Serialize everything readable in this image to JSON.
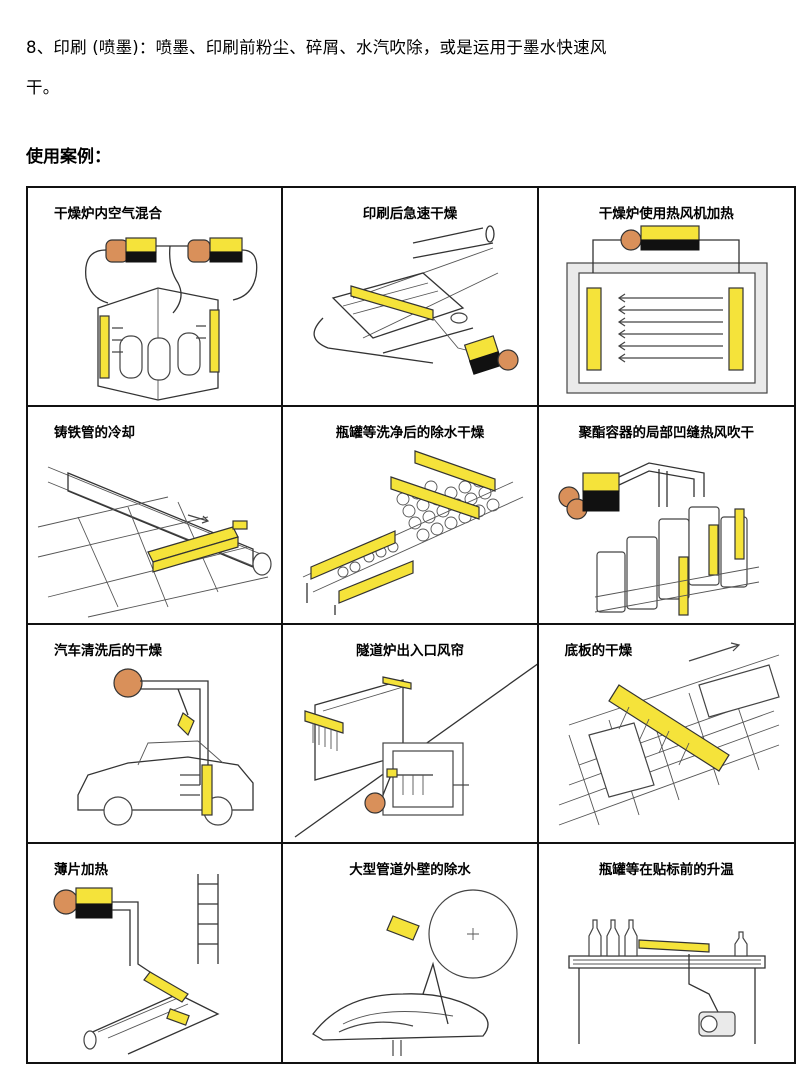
{
  "intro": {
    "line1": "8、印刷 (喷墨)：喷墨、印刷前粉尘、碎屑、水汽吹除，或是运用于墨水快速风",
    "line2": "干。"
  },
  "heading": "使用案例：",
  "cases": [
    {
      "title": "干燥炉内空气混合"
    },
    {
      "title": "印刷后急速干燥"
    },
    {
      "title": "干燥炉使用热风机加热"
    },
    {
      "title": "铸铁管的冷却"
    },
    {
      "title": "瓶罐等洗净后的除水干燥"
    },
    {
      "title": "聚酯容器的局部凹缝热风吹干"
    },
    {
      "title": "汽车清洗后的干燥"
    },
    {
      "title": "隧道炉出入口风帘"
    },
    {
      "title": "底板的干燥"
    },
    {
      "title": "薄片加热"
    },
    {
      "title": "大型管道外壁的除水"
    },
    {
      "title": "瓶罐等在贴标前的升温"
    }
  ],
  "colors": {
    "nozzle_yellow": "#f5e33a",
    "blower_orange": "#d9905a",
    "border": "#111111"
  }
}
